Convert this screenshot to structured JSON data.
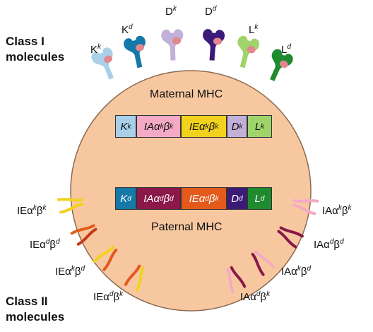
{
  "class_labels": {
    "class1": [
      "Class I",
      "molecules"
    ],
    "class2": [
      "Class II",
      "molecules"
    ]
  },
  "cell": {
    "fill": "#f7c8a0",
    "stroke": "#8a6a52"
  },
  "maternal": {
    "title": "Maternal MHC",
    "segments": [
      {
        "base": "K",
        "sup": "k",
        "color": "#a9d0e8",
        "text": "#111111"
      },
      {
        "base": "IAα",
        "sup": "k",
        "base2": "β",
        "sup2": "k",
        "color": "#f4a9c4",
        "text": "#111111"
      },
      {
        "base": "IEα",
        "sup": "k",
        "base2": "β",
        "sup2": "k",
        "color": "#f2d21c",
        "text": "#111111"
      },
      {
        "base": "D",
        "sup": "k",
        "color": "#c3b0d8",
        "text": "#111111"
      },
      {
        "base": "L",
        "sup": "k",
        "color": "#9fd46a",
        "text": "#111111"
      }
    ]
  },
  "paternal": {
    "title": "Paternal MHC",
    "segments": [
      {
        "base": "K",
        "sup": "d",
        "color": "#1478a8",
        "text": "#ffffff"
      },
      {
        "base": "IAα",
        "sup": "d",
        "base2": "β",
        "sup2": "d",
        "color": "#8a1848",
        "text": "#ffffff"
      },
      {
        "base": "IEα ",
        "sup": "d",
        "base2": "β",
        "sup2": "k",
        "color": "#e35a1c",
        "text": "#ffffff"
      },
      {
        "base": "D",
        "sup": "d",
        "color": "#3c1a78",
        "text": "#ffffff"
      },
      {
        "base": "L",
        "sup": "d",
        "color": "#1f8a2e",
        "text": "#ffffff"
      }
    ]
  },
  "class1_molecules": [
    {
      "label": "K",
      "sup": "k",
      "color": "#a9d0e8",
      "peptide": "#e2878e",
      "icon": "class-i-molecule"
    },
    {
      "label": "K",
      "sup": "d",
      "color": "#1478a8",
      "peptide": "#e2878e",
      "icon": "class-i-molecule"
    },
    {
      "label": "D",
      "sup": "k",
      "color": "#c3b0d8",
      "peptide": "#e2878e",
      "icon": "class-i-molecule"
    },
    {
      "label": "D",
      "sup": "d",
      "color": "#3c1a78",
      "peptide": "#e2878e",
      "icon": "class-i-molecule"
    },
    {
      "label": "L",
      "sup": "k",
      "color": "#9fd46a",
      "peptide": "#e2878e",
      "icon": "class-i-molecule"
    },
    {
      "label": "L",
      "sup": "d",
      "color": "#1f8a2e",
      "peptide": "#e2878e",
      "icon": "class-i-molecule"
    }
  ],
  "class2_left": [
    {
      "a": "IEα",
      "a_sup": "k",
      "b": "β",
      "b_sup": "k",
      "color_a": "#f2d21c",
      "color_b": "#f2d21c",
      "icon": "class-ii-molecule"
    },
    {
      "a": "IEα",
      "a_sup": "d",
      "b": "β",
      "b_sup": "d",
      "color_a": "#e35a1c",
      "color_b": "#c43a18",
      "icon": "class-ii-molecule"
    },
    {
      "a": "IEα",
      "a_sup": "k",
      "b": "β",
      "b_sup": "d",
      "color_a": "#f2d21c",
      "color_b": "#e35a1c",
      "icon": "class-ii-molecule"
    },
    {
      "a": "IEα",
      "a_sup": "d",
      "b": "β",
      "b_sup": "k",
      "color_a": "#e35a1c",
      "color_b": "#f2d21c",
      "icon": "class-ii-molecule"
    }
  ],
  "class2_right": [
    {
      "a": "IAα",
      "a_sup": "k",
      "b": "β",
      "b_sup": "k",
      "color_a": "#f4a9c4",
      "color_b": "#f4a9c4",
      "icon": "class-ii-molecule"
    },
    {
      "a": "IAα",
      "a_sup": "d",
      "b": "β",
      "b_sup": "d",
      "color_a": "#8a1848",
      "color_b": "#8a1848",
      "icon": "class-ii-molecule"
    },
    {
      "a": "IAα",
      "a_sup": "k",
      "b": "β",
      "b_sup": "d",
      "color_a": "#f4a9c4",
      "color_b": "#8a1848",
      "icon": "class-ii-molecule"
    },
    {
      "a": "IAα",
      "a_sup": "d",
      "b": "β",
      "b_sup": "k",
      "color_a": "#8a1848",
      "color_b": "#f4a9c4",
      "icon": "class-ii-molecule"
    }
  ]
}
